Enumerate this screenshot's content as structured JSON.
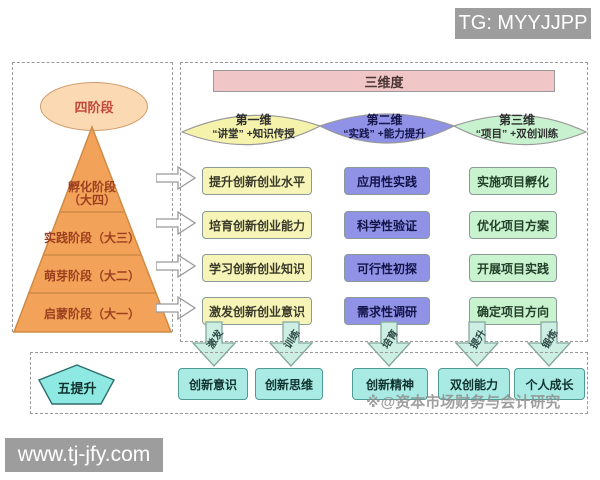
{
  "badges": {
    "tg": "TG: MYYJJPP",
    "site": "www.tj-jfy.com",
    "watermark": "※@资本市场财务与会计研究"
  },
  "four_stages": {
    "title": "四阶段",
    "levels": [
      {
        "line1": "孵化阶段",
        "line2": "（大四）"
      },
      {
        "label": "实践阶段（大三）"
      },
      {
        "label": "萌芽阶段（大二）"
      },
      {
        "label": "启蒙阶段（大一）"
      }
    ]
  },
  "three_dimensions": {
    "header": "三维度",
    "fans": [
      {
        "title": "第一维",
        "subtitle": "“讲堂” +知识传授"
      },
      {
        "title": "第二维",
        "subtitle": "“实践” +能力提升"
      },
      {
        "title": "第三维",
        "subtitle": "“项目” +双创训练"
      }
    ],
    "columns": [
      {
        "items": [
          "提升创新创业水平",
          "培育创新创业能力",
          "学习创新创业知识",
          "激发创新创业意识"
        ]
      },
      {
        "items": [
          "应用性实践",
          "科学性验证",
          "可行性初探",
          "需求性调研"
        ]
      },
      {
        "items": [
          "实施项目孵化",
          "优化项目方案",
          "开展项目实践",
          "确定项目方向"
        ]
      }
    ]
  },
  "transition_arrows": [
    "激发",
    "训练",
    "培育",
    "提升",
    "锻炼"
  ],
  "five_improvements": {
    "title": "五提升",
    "items": [
      "创新意识",
      "创新思维",
      "创新精神",
      "双创能力",
      "个人成长"
    ]
  },
  "colors": {
    "pyramid": "#f2a359",
    "ellipse": "#fbd9b3",
    "pink_bar": "#f1c6c6",
    "yellow": "#f7f4b8",
    "purple": "#9093e5",
    "green": "#c9f2cf",
    "cyan": "#a9eae4",
    "badge_gray": "#9d9d9d"
  }
}
